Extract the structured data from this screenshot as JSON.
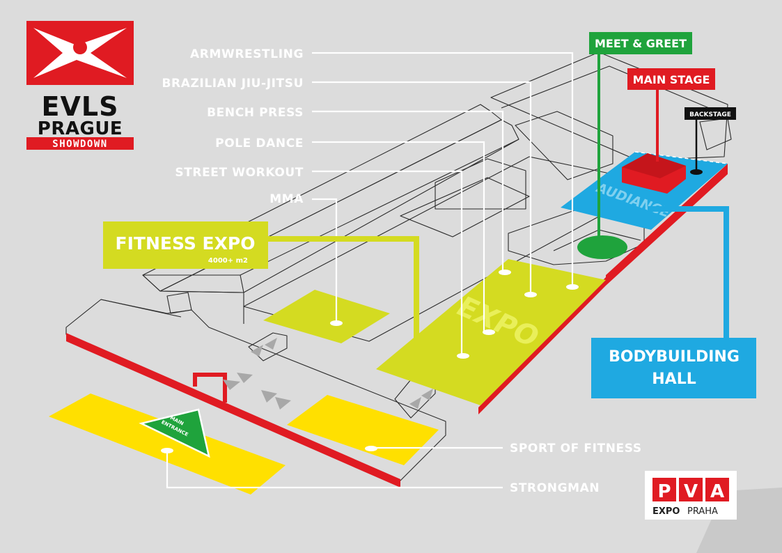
{
  "logo": {
    "line1": "EVLS",
    "line2": "PRAGUE",
    "line3": "SHOWDOWN"
  },
  "partner_logo": {
    "letters": [
      "P",
      "V",
      "A"
    ],
    "line1": "EXPO",
    "line2": "PRAHA"
  },
  "labels": {
    "armwrestling": "ARMWRESTLING",
    "bjj": "BRAZILIAN JIU-JITSU",
    "bench_press": "BENCH PRESS",
    "pole_dance": "POLE DANCE",
    "street_workout": "STREET WORKOUT",
    "mma": "MMA",
    "sport_of_fitness": "SPORT OF FITNESS",
    "strongman": "STRONGMAN"
  },
  "callouts": {
    "meet_greet": "MEET & GREET",
    "main_stage": "MAIN STAGE",
    "backstage": "BACKSTAGE",
    "fitness_expo": "FITNESS EXPO",
    "fitness_expo_area": "4000+ m2",
    "bodybuilding_line1": "BODYBUILDING",
    "bodybuilding_line2": "HALL"
  },
  "floor_text": {
    "expo": "EXPO",
    "audience": "AUDIANCE",
    "main_entrance_line1": "MAIN",
    "main_entrance_line2": "ENTRANCE"
  },
  "colors": {
    "background": "#dcdcdc",
    "expo_zone": "#d4db21",
    "yellow_zone": "#ffe000",
    "red": "#e01b22",
    "green": "#1fa33c",
    "blue": "#1fa9e1",
    "outline": "#2a2a2a"
  }
}
